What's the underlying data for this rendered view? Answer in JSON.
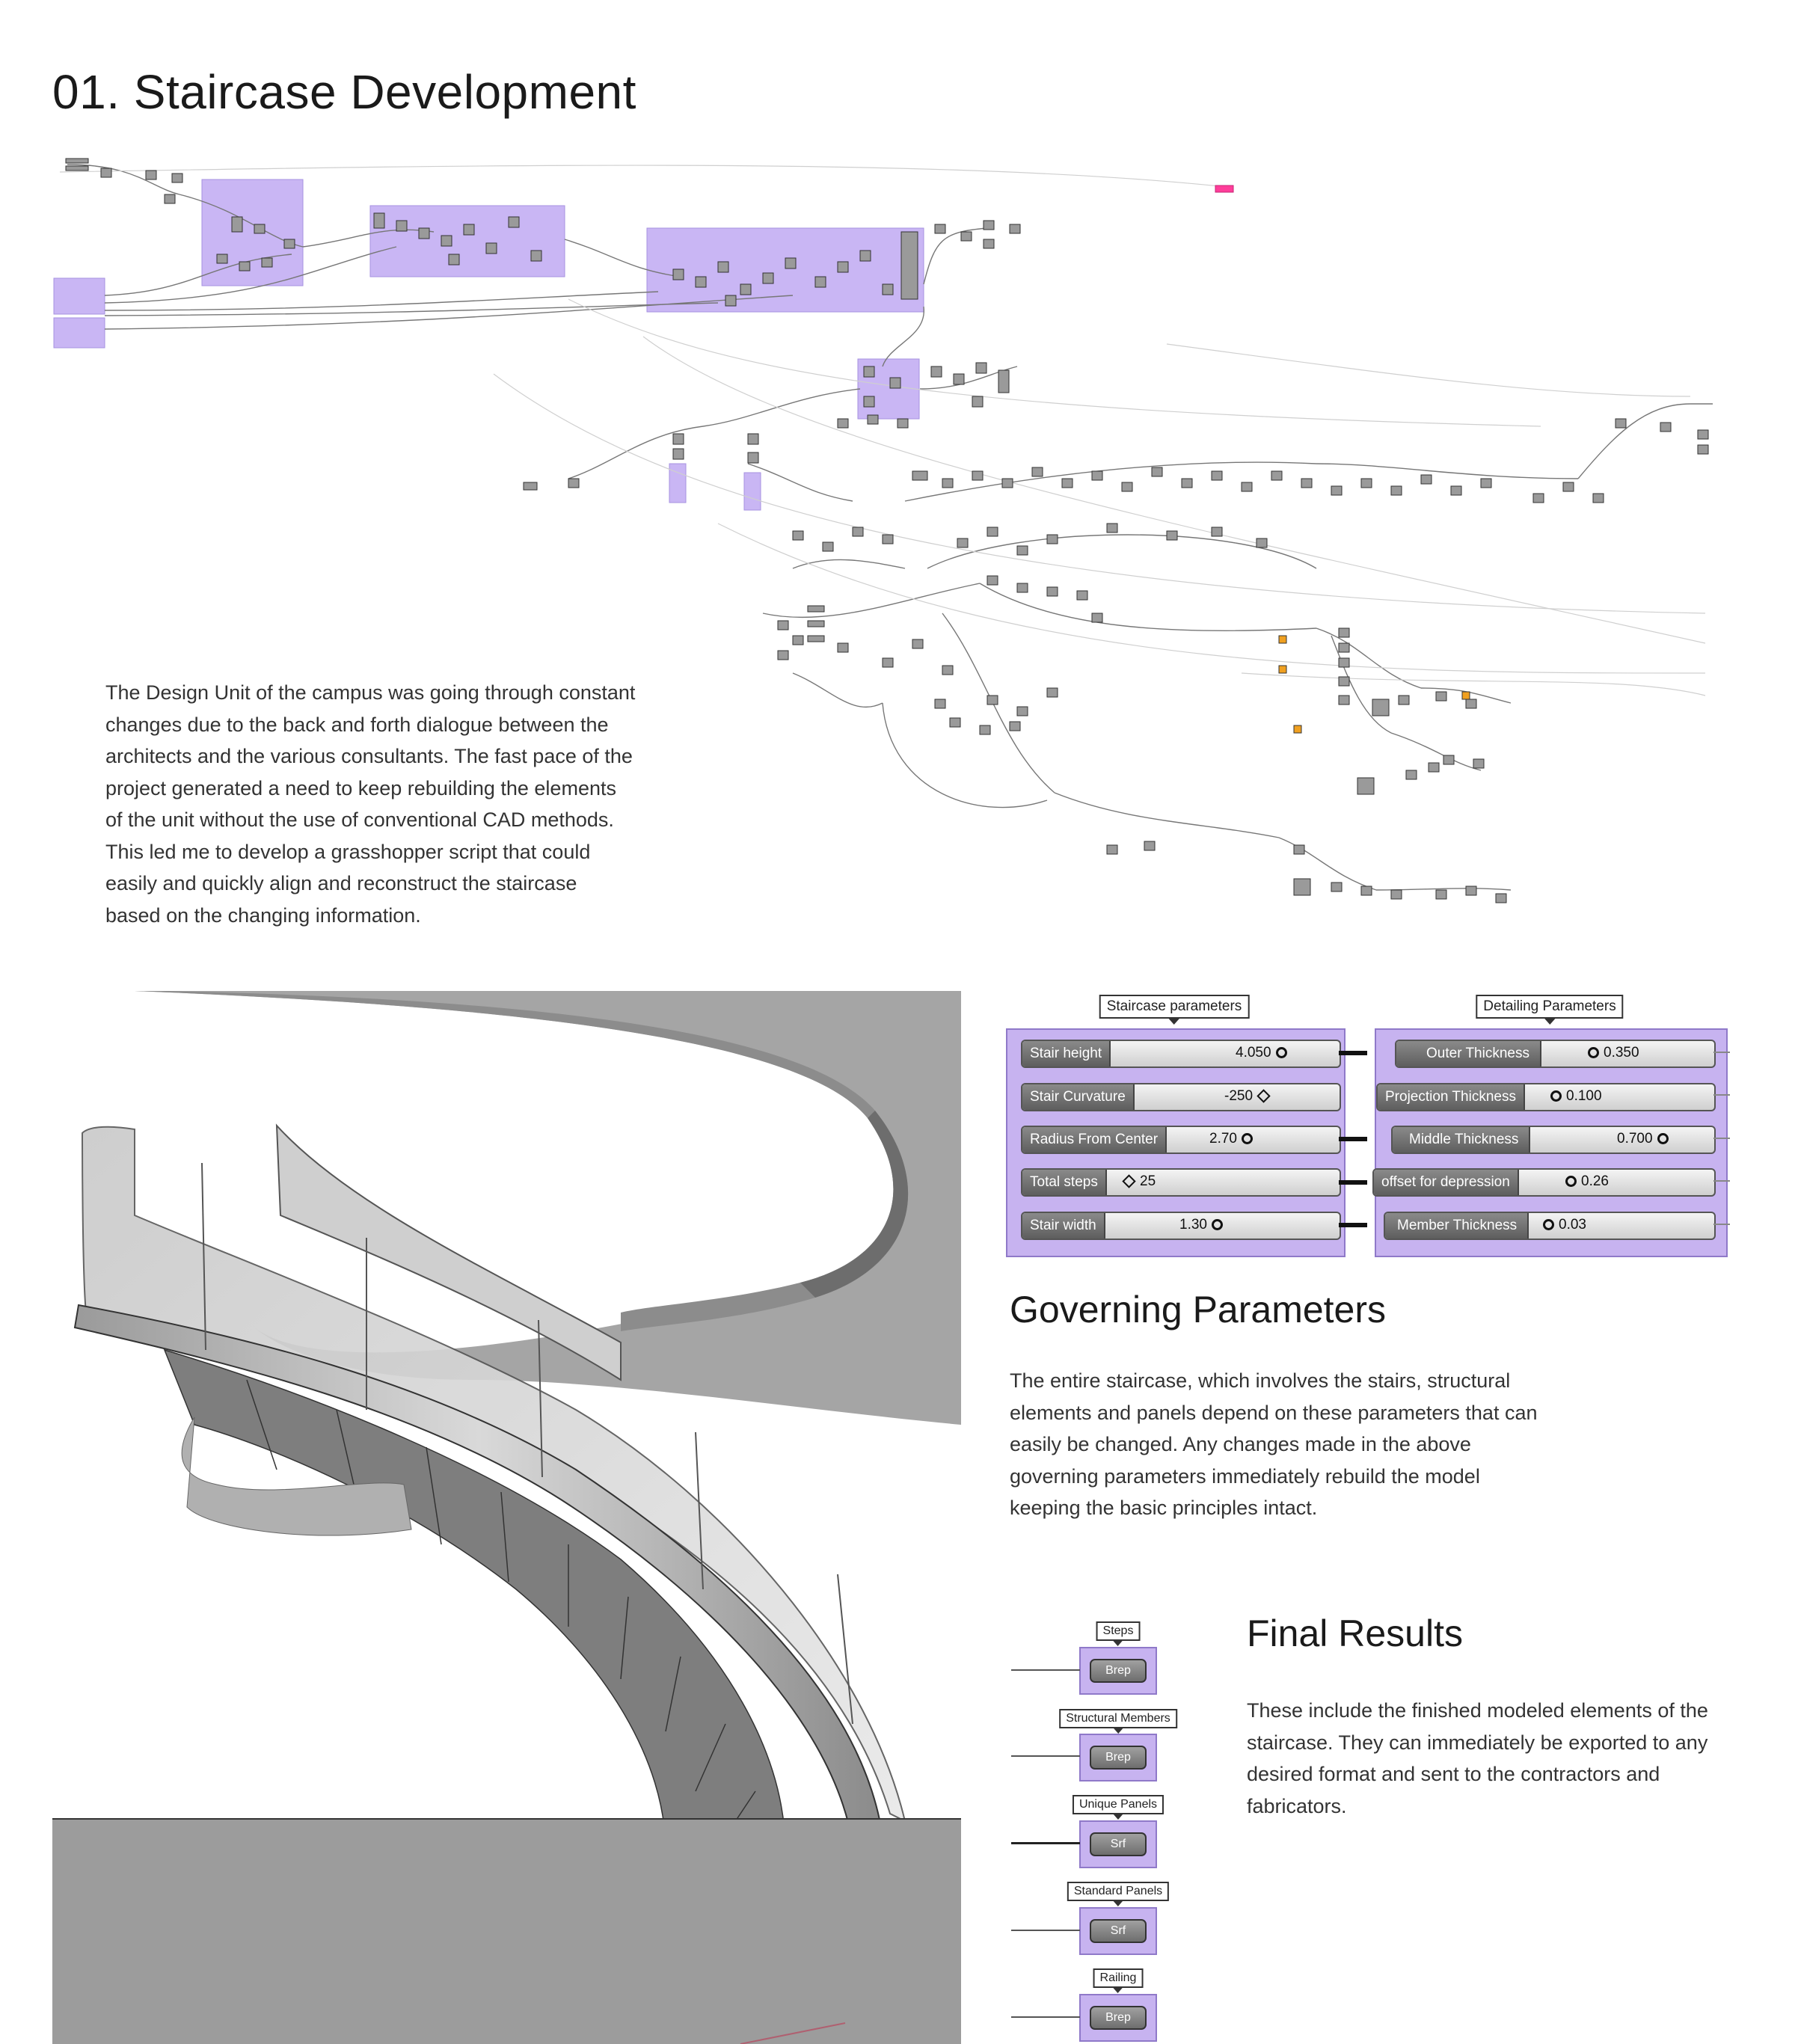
{
  "title": "01. Staircase Development",
  "intro_lines": [
    "The Design Unit of the campus was going through constant",
    "changes due to the back and forth dialogue between the",
    "architects and the various consultants. The fast pace of the",
    "project generated a need to keep rebuilding the elements",
    "of the unit without the use of conventional CAD methods.",
    "This led me to develop a grasshopper script that could",
    "easily and quickly align and reconstruct the staircase",
    "based on the changing information."
  ],
  "staircase_panel": {
    "tag": "Staircase parameters",
    "sliders": [
      {
        "label": "Stair height",
        "value": "4.050",
        "marker": "circle"
      },
      {
        "label": "Stair Curvature",
        "value": "-250",
        "marker": "diamond"
      },
      {
        "label": "Radius From Center",
        "value": "2.70",
        "marker": "circle"
      },
      {
        "label": "Total steps",
        "value": "25",
        "marker": "diamond"
      },
      {
        "label": "Stair width",
        "value": "1.30",
        "marker": "circle"
      }
    ]
  },
  "detailing_panel": {
    "tag": "Detailing Parameters",
    "sliders": [
      {
        "label": "Outer Thickness",
        "value": "0.350",
        "marker": "circle"
      },
      {
        "label": "Projection Thickness",
        "value": "0.100",
        "marker": "circle"
      },
      {
        "label": "Middle Thickness",
        "value": "0.700",
        "marker": "circle"
      },
      {
        "label": "offset for depression",
        "value": "0.26",
        "marker": "circle"
      },
      {
        "label": "Member Thickness",
        "value": "0.03",
        "marker": "circle"
      }
    ]
  },
  "governing": {
    "heading": "Governing Parameters",
    "lines": [
      "The entire staircase, which involves the stairs, structural",
      "elements and panels depend on these parameters that can",
      "easily be changed. Any changes made in the above",
      "governing parameters immediately rebuild the model",
      "keeping the basic principles intact."
    ]
  },
  "final_results": {
    "heading": "Final Results",
    "lines": [
      "These include the finished modeled elements of the",
      "staircase. They can immediately be exported to any",
      "desired format and sent to the contractors and",
      "fabricators."
    ]
  },
  "outputs": [
    {
      "tag": "Steps",
      "type": "Brep"
    },
    {
      "tag": "Structural Members",
      "type": "Brep"
    },
    {
      "tag": "Unique Panels",
      "type": "Srf"
    },
    {
      "tag": "Standard Panels",
      "type": "Srf"
    },
    {
      "tag": "Railing",
      "type": "Brep"
    }
  ],
  "colors": {
    "panel_fill": "#c7b3f0",
    "panel_border": "#8f79c9",
    "group_fill": "#c9b6f4",
    "accent_orange": "#f0a020",
    "accent_pink": "#ff3d9a"
  }
}
